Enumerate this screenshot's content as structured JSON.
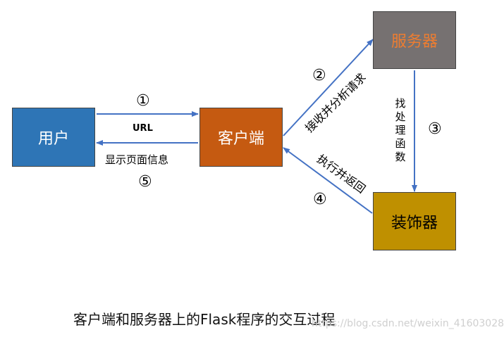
{
  "nodes": {
    "user": "用户",
    "client": "客户端",
    "server": "服务器",
    "decorator": "装饰器"
  },
  "edges": {
    "user_to_client": {
      "step": "①",
      "label": "URL"
    },
    "client_to_user": {
      "step": "⑤",
      "label": "显示页面信息"
    },
    "client_to_server": {
      "step": "②",
      "label": "接收并分析请求"
    },
    "server_to_decorator": {
      "step": "③",
      "label": "找处理函数"
    },
    "decorator_to_client": {
      "step": "④",
      "label": "执行并返回"
    }
  },
  "caption": "客户端和服务器上的Flask程序的交互过程",
  "watermark": "https://blog.csdn.net/weixin_41603028",
  "colors": {
    "user_box": "#2e75b6",
    "client_box": "#c55a11",
    "server_box": "#767171",
    "server_text": "#ed7d31",
    "decorator_box": "#bf9000",
    "arrow": "#4472c4"
  }
}
